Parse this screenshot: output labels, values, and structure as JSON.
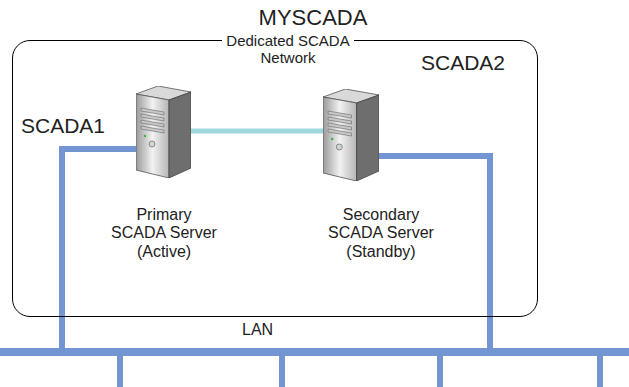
{
  "diagram": {
    "nodes": [
      {
        "text": [
          "MYSCADA"
        ]
      },
      {
        "text": [
          "SCADA1",
          "Primary SCADA Server (Active)"
        ],
        "in": 0
      },
      {
        "text": [
          "SCADA2",
          "Secondary SCADA Server (Standby)"
        ],
        "in": 0
      },
      {
        "text": [
          "LAN"
        ]
      }
    ],
    "edges": [
      {
        "from": 1,
        "to": 2,
        "label": "Dedicated SCADA Network",
        "arrow": "none"
      },
      {
        "from": 1,
        "to": 3,
        "arrow": "none"
      },
      {
        "from": 2,
        "to": 3,
        "arrow": "none"
      }
    ]
  }
}
